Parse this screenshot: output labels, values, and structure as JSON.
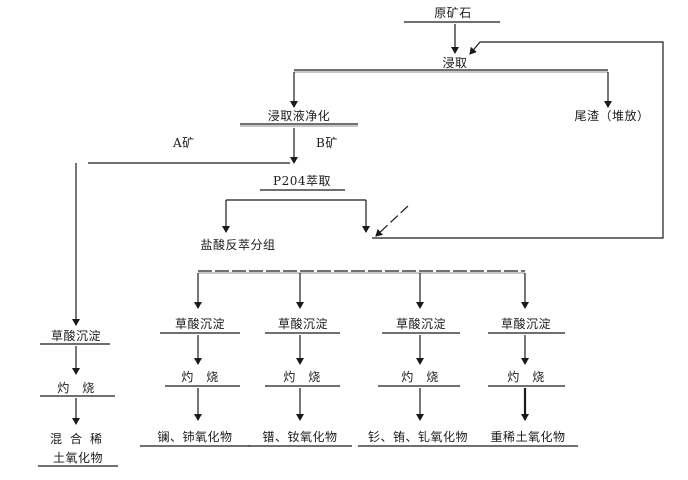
{
  "nodes": {
    "raw_ore": "原矿石",
    "leaching": "浸取",
    "leach_purify": "浸取液净化",
    "residue": "尾渣（堆放）",
    "ore_a": "A矿",
    "ore_b": "B矿",
    "p204": "P204萃取",
    "hcl_strip": "盐酸反萃分组",
    "ox_prec_1": "草酸沉淀",
    "ox_prec_2": "草酸沉淀",
    "ox_prec_3": "草酸沉淀",
    "ox_prec_4": "草酸沉淀",
    "ox_prec_left": "草酸沉淀",
    "burn_1": "灼　烧",
    "burn_2": "灼　烧",
    "burn_3": "灼　烧",
    "burn_4": "灼　烧",
    "burn_left": "灼　烧",
    "prod_1": "镧、铈氧化物",
    "prod_2": "镨、钕氧化物",
    "prod_3": "钐、铕、钆氧化物",
    "prod_4": "重稀土氧化物",
    "prod_left_line1": "混合稀",
    "prod_left_line2": "土氧化物"
  }
}
